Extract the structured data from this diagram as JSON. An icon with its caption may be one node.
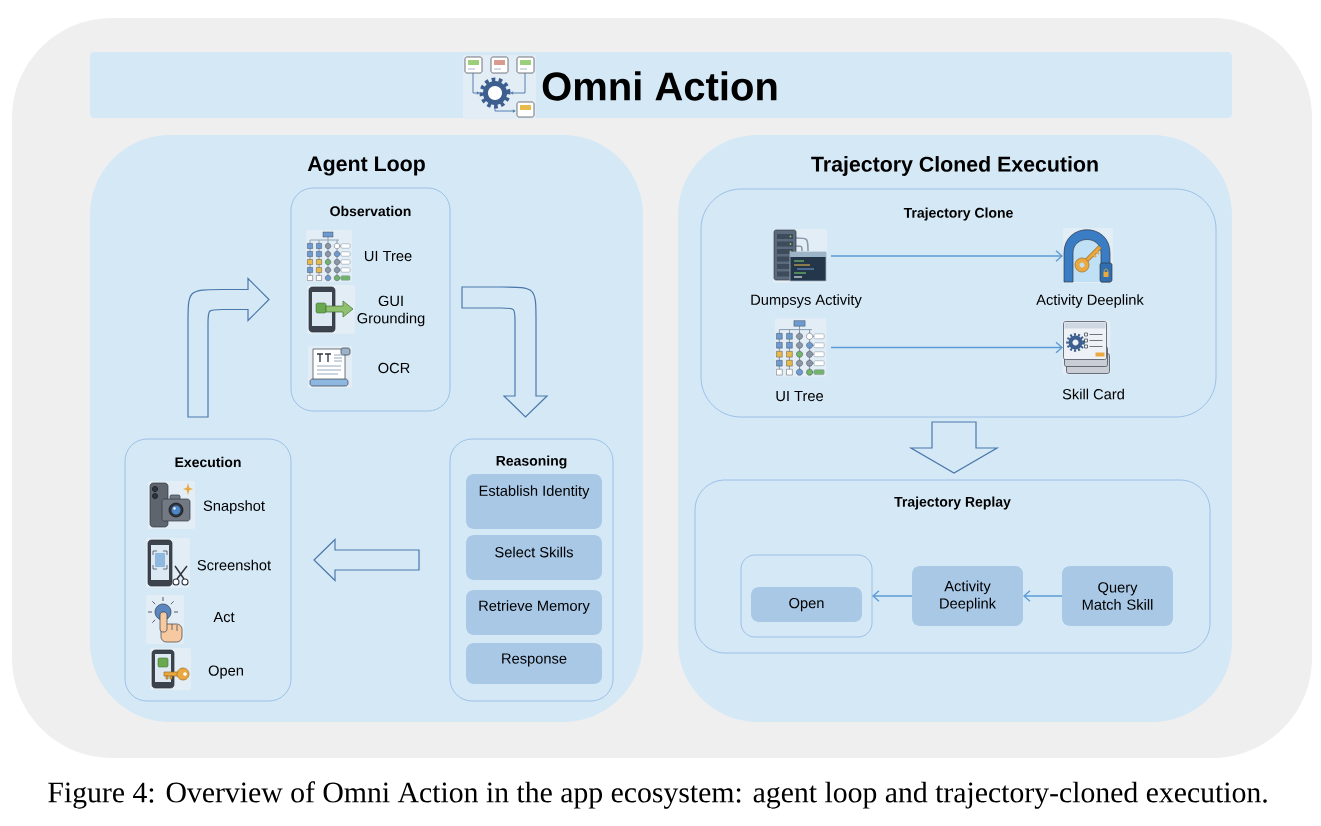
{
  "diagram": {
    "title": "Omni Action",
    "caption": "Figure 4: Overview of Omni Action in the app ecosystem: agent loop and trajectory-cloned execution.",
    "nodes": [
      {
        "text": [
          "Agent Loop"
        ]
      },
      {
        "text": [
          "Observation",
          "UI Tree",
          "GUI Grounding",
          "OCR"
        ],
        "in": 0
      },
      {
        "text": [
          "Execution",
          "Snapshot",
          "Screenshot",
          "Act",
          "Open"
        ],
        "in": 0
      },
      {
        "text": [
          "Reasoning"
        ],
        "in": 0
      },
      {
        "text": [
          "Establish Identity"
        ],
        "in": 3
      },
      {
        "text": [
          "Select Skills"
        ],
        "in": 3
      },
      {
        "text": [
          "Retrieve Memory"
        ],
        "in": 3
      },
      {
        "text": [
          "Response"
        ],
        "in": 3
      },
      {
        "text": [
          "Trajectory Cloned Execution"
        ]
      },
      {
        "text": [
          "Trajectory Clone"
        ],
        "in": 8
      },
      {
        "text": [
          "Dumpsys Activity"
        ],
        "in": 9
      },
      {
        "text": [
          "Activity Deeplink"
        ],
        "in": 9
      },
      {
        "text": [
          "UI Tree"
        ],
        "in": 9
      },
      {
        "text": [
          "Skill Card"
        ],
        "in": 9
      },
      {
        "text": [
          "Trajectory Replay"
        ],
        "in": 8
      },
      {
        "text": [],
        "shape": "box",
        "in": 14
      },
      {
        "text": [
          "Open"
        ],
        "in": 15
      },
      {
        "text": [
          "Activity Deeplink"
        ],
        "in": 14
      },
      {
        "text": [
          "Query Match Skill"
        ],
        "in": 14
      }
    ],
    "edges": [
      {
        "from": 2,
        "to": 1,
        "arrow": "to",
        "style": "thick",
        "color": "#4a78aa"
      },
      {
        "from": 1,
        "to": 3,
        "arrow": "to",
        "style": "thick",
        "color": "#4a78aa"
      },
      {
        "from": 3,
        "to": 2,
        "arrow": "to",
        "style": "thick",
        "color": "#4a78aa"
      },
      {
        "from": 10,
        "to": 11,
        "arrow": "to"
      },
      {
        "from": 12,
        "to": 13,
        "arrow": "to"
      },
      {
        "from": 9,
        "to": 14,
        "arrow": "to",
        "style": "thick",
        "color": "#4a78aa"
      },
      {
        "from": 18,
        "to": 17,
        "arrow": "to"
      },
      {
        "from": 17,
        "to": 15,
        "arrow": "to"
      }
    ]
  }
}
